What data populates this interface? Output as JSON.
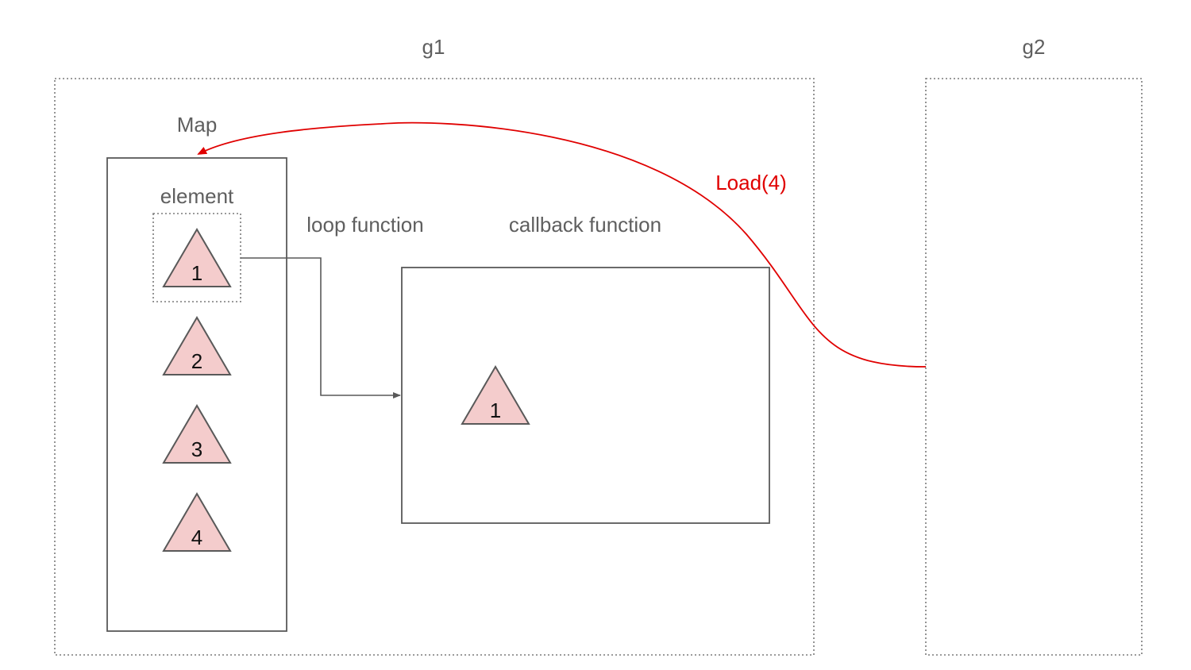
{
  "groups": {
    "g1": {
      "label": "g1"
    },
    "g2": {
      "label": "g2"
    }
  },
  "map": {
    "label": "Map",
    "element_label": "element",
    "items": [
      "1",
      "2",
      "3",
      "4"
    ]
  },
  "loop_function": {
    "label": "loop function"
  },
  "callback_function": {
    "label": "callback function",
    "item": "1"
  },
  "load_arrow": {
    "label": "Load(4)",
    "color": "#e00000"
  },
  "colors": {
    "triangle_fill": "#f4cccc",
    "stroke": "#595959",
    "text": "#5f5f5f"
  }
}
